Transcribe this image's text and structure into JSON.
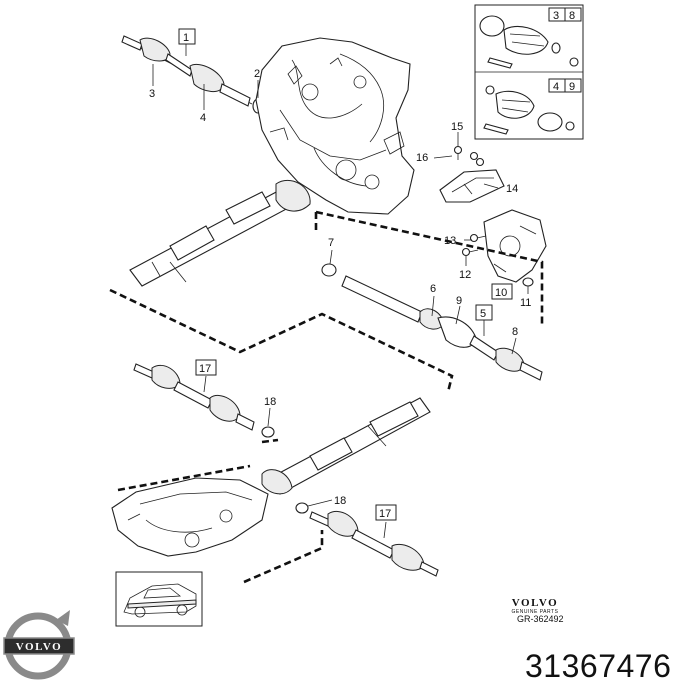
{
  "callouts": {
    "c1": "1",
    "c2": "2",
    "c3": "3",
    "c4": "4",
    "c5": "5",
    "c6": "6",
    "c7": "7",
    "c8": "8",
    "c9": "9",
    "c10": "10",
    "c11": "11",
    "c12": "12",
    "c13": "13",
    "c14": "14",
    "c15": "15",
    "c16": "16",
    "c17a": "17",
    "c17b": "17",
    "c18a": "18",
    "c18b": "18"
  },
  "inset": {
    "top_labels": [
      "3",
      "8"
    ],
    "bottom_labels": [
      "4",
      "9"
    ]
  },
  "brand": {
    "wordmark": "VOLVO",
    "subtitle": "GENUINE PARTS",
    "reference": "GR-362492"
  },
  "logo": {
    "wordmark": "VOLVO",
    "ring_color": "#8a8a8a",
    "badge_color": "#2d2d2d"
  },
  "part_number": "31367476"
}
